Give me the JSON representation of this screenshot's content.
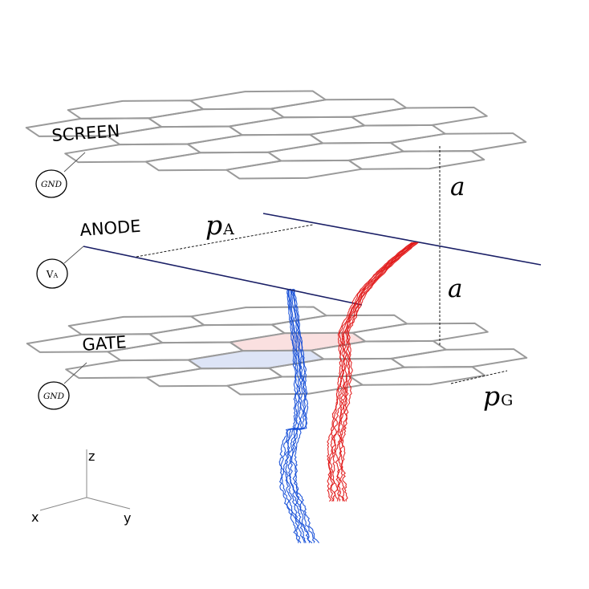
{
  "labels": {
    "screen": "SCREEN",
    "anode": "ANODE",
    "gate": "GATE",
    "gnd_top": "GND",
    "gnd_bottom": "GND",
    "va_main": "V",
    "va_sub": "A",
    "pitch_anode_main": "p",
    "pitch_anode_sub": "A",
    "pitch_gate_main": "p",
    "pitch_gate_sub": "G",
    "gap_upper": "a",
    "gap_lower": "a",
    "axis_z": "z",
    "axis_x": "x",
    "axis_y": "y"
  },
  "colors": {
    "mesh": "#9a9a9a",
    "wire": "#1a1f66",
    "track_blue": "#0b47d6",
    "track_red": "#e01010",
    "cell_blue": "#dde4f6",
    "cell_red": "#fae0e0",
    "ink": "#000000"
  }
}
